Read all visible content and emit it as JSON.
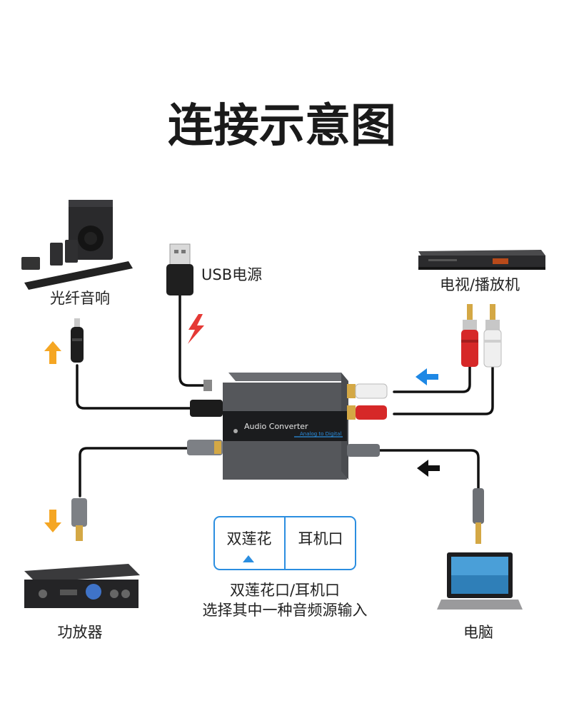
{
  "title": "连接示意图",
  "labels": {
    "speakers": "光纤音响",
    "usb_power": "USB电源",
    "tv_player": "电视/播放机",
    "amplifier": "功放器",
    "computer": "电脑"
  },
  "device": {
    "brand_text": "Audio Converter",
    "sub_text": "Analog to Digital"
  },
  "selector": {
    "option_rca": "双莲花",
    "option_headphone": "耳机口",
    "note_line1": "双莲花口/耳机口",
    "note_line2": "选择其中一种音频源输入"
  },
  "colors": {
    "arrow_orange": "#f5a623",
    "arrow_blue": "#1e88e5",
    "arrow_black": "#111111",
    "bolt_red": "#e53935",
    "selector_border": "#2b8ee0",
    "device_body": "#55575b",
    "rca_red": "#d62828",
    "rca_white": "#eeeeee"
  },
  "icons": [
    "soundbar-system-icon",
    "usb-plug-icon",
    "lightning-bolt-icon",
    "dvd-player-icon",
    "rca-plug-icon",
    "optical-plug-icon",
    "amplifier-icon",
    "laptop-icon",
    "aux-plug-icon",
    "arrow-up-icon",
    "arrow-down-icon",
    "arrow-left-icon",
    "selector-triangle-icon"
  ]
}
